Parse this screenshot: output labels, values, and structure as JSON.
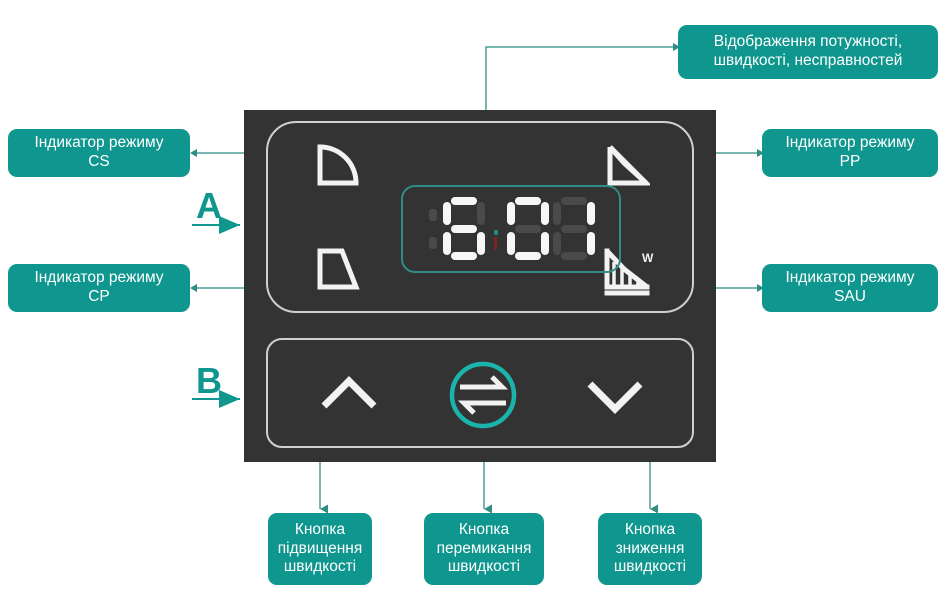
{
  "colors": {
    "accent_teal": "#0f968e",
    "panel_dark": "#333333",
    "panel_outline": "#cfcfcf",
    "lcd_border": "#2f8d85",
    "segment_on": "#f6f6f6",
    "segment_off": "#4a4a4a",
    "connector_line": "#2f8d85",
    "background": "#ffffff"
  },
  "sections": {
    "a_letter": "A",
    "b_letter": "B"
  },
  "device": {
    "display_panel": {
      "lcd": {
        "value": "601",
        "digits": [
          {
            "char": "6",
            "segments": {
              "a": true,
              "b": false,
              "c": true,
              "d": true,
              "e": true,
              "f": true,
              "g": true
            }
          },
          {
            "char": "0",
            "segments": {
              "a": true,
              "b": true,
              "c": true,
              "d": true,
              "e": true,
              "f": true,
              "g": false
            }
          },
          {
            "char": "1",
            "segments": {
              "a": false,
              "b": true,
              "c": true,
              "d": false,
              "e": false,
              "f": false,
              "g": false
            }
          }
        ]
      },
      "unit_label": "W",
      "indicators": [
        {
          "id": "cs",
          "name": "mode-indicator-cs-icon",
          "mode": "CS"
        },
        {
          "id": "pp",
          "name": "mode-indicator-pp-icon",
          "mode": "PP"
        },
        {
          "id": "cp",
          "name": "mode-indicator-cp-icon",
          "mode": "CP"
        },
        {
          "id": "sau",
          "name": "mode-indicator-sau-icon",
          "mode": "SAU"
        }
      ]
    },
    "button_panel": {
      "buttons": [
        {
          "id": "up",
          "icon": "chevron-up-icon",
          "action": "speed-up"
        },
        {
          "id": "switch",
          "icon": "swap-arrows-icon",
          "action": "speed-switch"
        },
        {
          "id": "down",
          "icon": "chevron-down-icon",
          "action": "speed-down"
        }
      ]
    }
  },
  "callouts": {
    "display": "Відображення потужності,\nшвидкості, несправностей",
    "cs": "Індикатор режиму\nCS",
    "pp": "Індикатор режиму\nPP",
    "cp": "Індикатор режиму\nCP",
    "sau": "Індикатор режиму\nSAU",
    "button_up": "Кнопка\nпідвищення\nшвидкості",
    "button_switch": "Кнопка\nперемикання\nшвидкості",
    "button_down": "Кнопка\nзниження\nшвидкості"
  }
}
